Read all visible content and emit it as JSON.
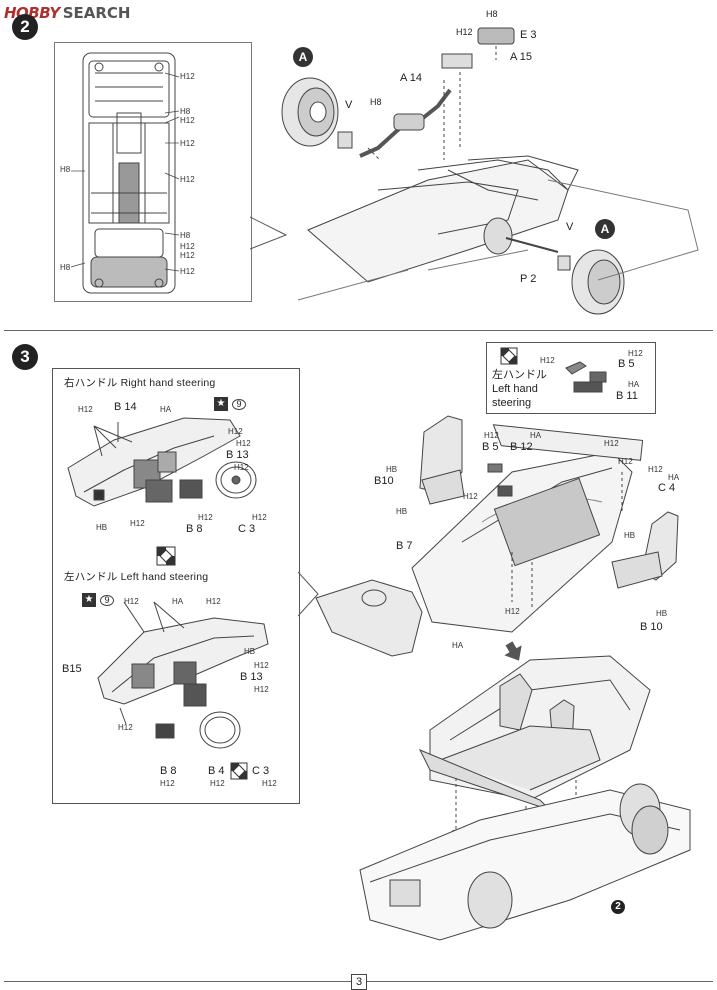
{
  "header": {
    "logo_hobby": "HOBBY",
    "logo_search": "SEARCH"
  },
  "page_number": "3",
  "step2": {
    "number": "2",
    "inset_labels": [
      "H12",
      "H8",
      "H12",
      "H12",
      "H8",
      "H12",
      "H8",
      "H12",
      "H8",
      "H12",
      "H12"
    ],
    "labels": {
      "h8_top": "H8",
      "h12_top": "H12",
      "e3": "E 3",
      "a15": "A 15",
      "a14": "A 14",
      "h8_mid": "H8",
      "v_left": "V",
      "v_right": "V",
      "p2": "P 2",
      "mark_a": "A"
    }
  },
  "step3": {
    "number": "3",
    "rhd_title": "右ハンドル Right hand steering",
    "lhd_title": "左ハンドル Left hand steering",
    "left_box_title_jp": "左ハンドル",
    "left_box_title_en1": "Left hand",
    "left_box_title_en2": "steering",
    "rhd_labels": {
      "h12a": "H12",
      "b14": "B 14",
      "ha": "HA",
      "nine": "9",
      "h12b": "H12",
      "h12c": "H12",
      "b13": "B 13",
      "h12d": "H12",
      "hb": "HB",
      "h12e": "H12",
      "b8": "B 8",
      "h12f": "H12",
      "c3": "C 3",
      "h12g": "H12"
    },
    "lhd_labels": {
      "nine": "9",
      "h12a": "H12",
      "ha": "HA",
      "h12b": "H12",
      "hb": "HB",
      "b15": "B15",
      "h12c": "H12",
      "b13": "B 13",
      "h12d": "H12",
      "h12e": "H12",
      "b8": "B 8",
      "h12f": "H12",
      "b4": "B 4",
      "h12g": "H12",
      "c3": "C 3",
      "h12h": "H12"
    },
    "main_labels": {
      "h12a": "H12",
      "b5": "B 5",
      "h12b": "H12",
      "ha": "HA",
      "b11": "B 11",
      "h12c": "H12",
      "b5b": "B 5",
      "b12": "B 12",
      "ha2": "HA",
      "h12d": "H12",
      "hb": "HB",
      "b10": "B10",
      "h12e": "H12",
      "h12f": "H12",
      "h12g": "H12",
      "ha3": "HA",
      "c4": "C 4",
      "hb2": "HB",
      "b7": "B 7",
      "hb3": "HB",
      "h12h": "H12",
      "ha4": "HA",
      "hb4": "HB",
      "b10b": "B 10",
      "mark2": "2"
    }
  }
}
